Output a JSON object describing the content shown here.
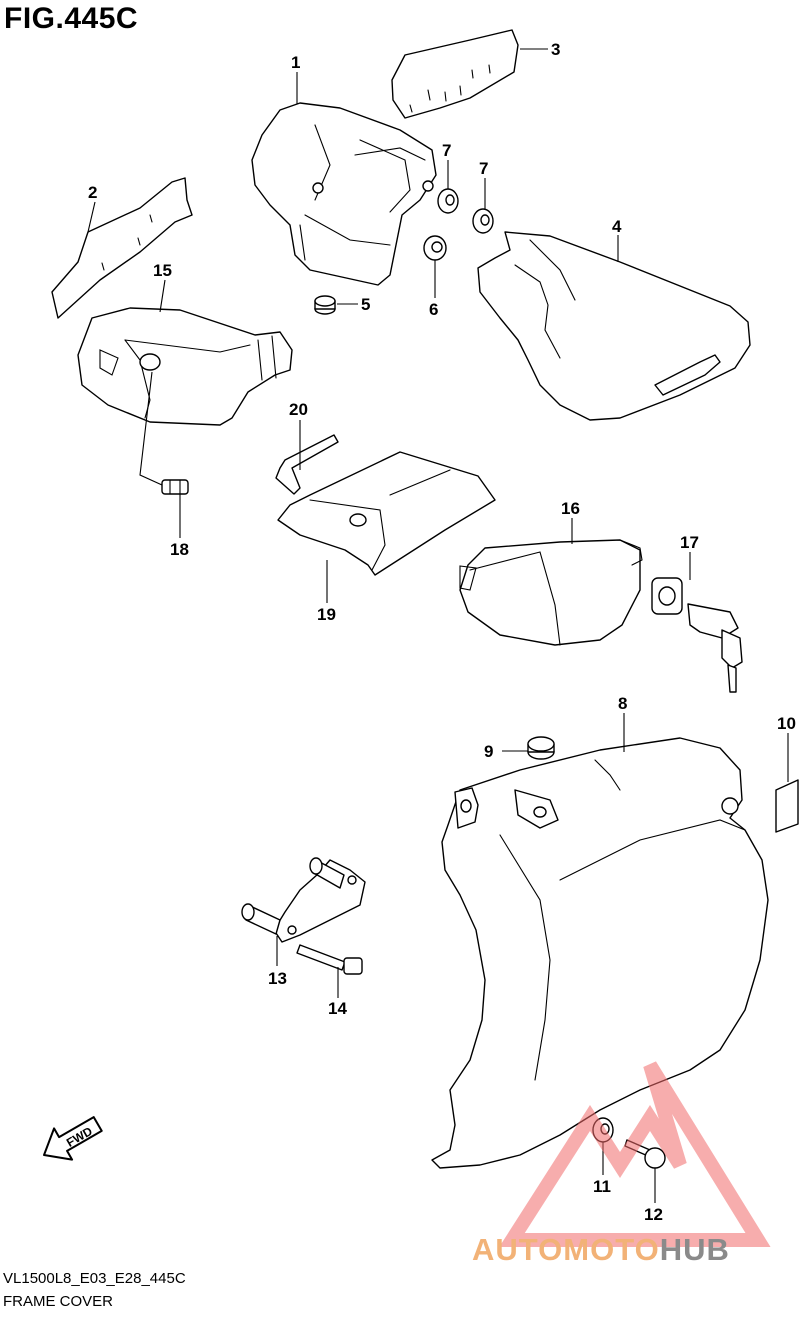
{
  "figure": {
    "title": "FIG.445C",
    "model_code": "VL1500L8_E03_E28_445C",
    "caption": "FRAME COVER",
    "direction_badge": "FWD"
  },
  "parts": [
    {
      "label": "1"
    },
    {
      "label": "2"
    },
    {
      "label": "3"
    },
    {
      "label": "4"
    },
    {
      "label": "5"
    },
    {
      "label": "6"
    },
    {
      "label": "7"
    },
    {
      "label": "7"
    },
    {
      "label": "8"
    },
    {
      "label": "9"
    },
    {
      "label": "10"
    },
    {
      "label": "11"
    },
    {
      "label": "12"
    },
    {
      "label": "13"
    },
    {
      "label": "14"
    },
    {
      "label": "15"
    },
    {
      "label": "16"
    },
    {
      "label": "17"
    },
    {
      "label": "18"
    },
    {
      "label": "19"
    },
    {
      "label": "20"
    }
  ],
  "watermark": {
    "part1": "AUTOMOTO",
    "part2": "HUB",
    "color_triangle": "#f06a6a",
    "color_part1": "#f2b277",
    "color_part2": "#8a8a8a"
  }
}
